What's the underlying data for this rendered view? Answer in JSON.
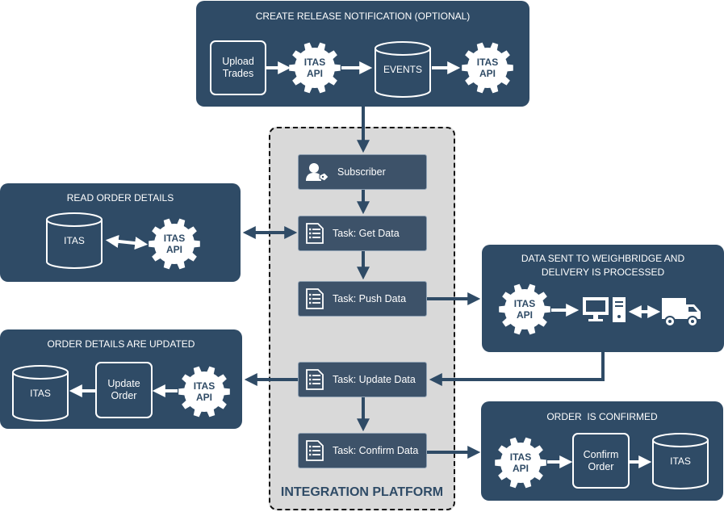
{
  "platform": {
    "label": "INTEGRATION PLATFORM"
  },
  "panels": {
    "release": {
      "title": "CREATE RELEASE NOTIFICATION (OPTIONAL)",
      "upload_label_1": "Upload",
      "upload_label_2": "Trades",
      "api1_line1": "ITAS",
      "api1_line2": "API",
      "events_label": "EVENTS",
      "api2_line1": "ITAS",
      "api2_line2": "API"
    },
    "read": {
      "title": "READ ORDER DETAILS",
      "db_label": "ITAS",
      "api_line1": "ITAS",
      "api_line2": "API"
    },
    "updated": {
      "title": "ORDER DETAILS ARE UPDATED",
      "db_label": "ITAS",
      "box_line1": "Update",
      "box_line2": "Order",
      "api_line1": "ITAS",
      "api_line2": "API"
    },
    "weighbridge": {
      "title_line1": "DATA SENT TO WEIGHBRIDGE AND",
      "title_line2": "DELIVERY IS PROCESSED",
      "api_line1": "ITAS",
      "api_line2": "API"
    },
    "confirmed": {
      "title": "ORDER  IS CONFIRMED",
      "api_line1": "ITAS",
      "api_line2": "API",
      "box_line1": "Confirm",
      "box_line2": "Order",
      "db_label": "ITAS"
    }
  },
  "tasks": {
    "subscriber": "Subscriber",
    "get": "Task: Get Data",
    "push": "Task: Push Data",
    "update": "Task: Update Data",
    "confirm": "Task: Confirm Data"
  },
  "icons": {
    "subscriber": "user-tag-icon",
    "task": "document-list-icon",
    "gear": "gear-icon",
    "database": "database-icon",
    "computer": "desktop-computer-icon",
    "truck": "delivery-truck-icon"
  },
  "colors": {
    "panel": "#2f4b66",
    "task": "#3d5269",
    "platform_bg": "#d9d9d9",
    "platform_label": "#2f4b66",
    "connector": "#2f4b66"
  }
}
